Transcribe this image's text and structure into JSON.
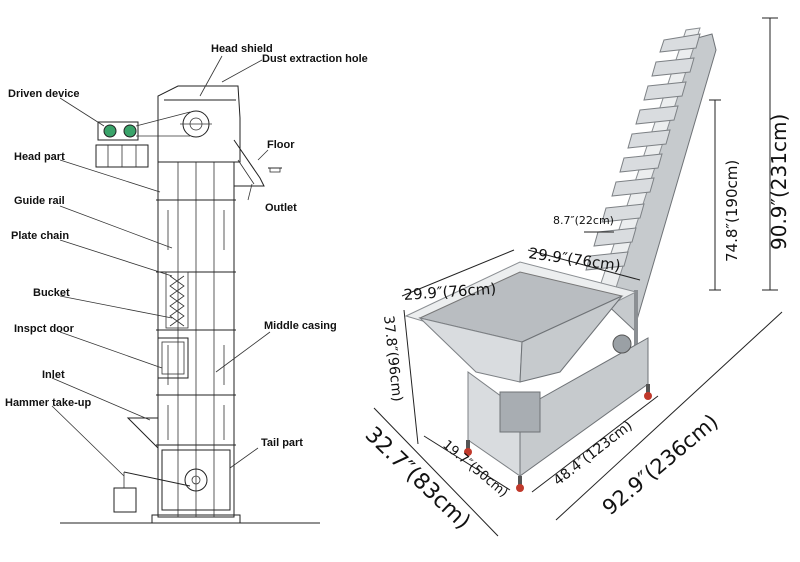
{
  "left_labels": {
    "head_shield": "Head shield",
    "dust_hole": "Dust extraction hole",
    "driven_device": "Driven device",
    "floor": "Floor",
    "head_part": "Head part",
    "outlet": "Outlet",
    "guide_rail": "Guide rail",
    "plate_chain": "Plate chain",
    "bucket": "Bucket",
    "middle_casing": "Middle casing",
    "inspect_door": "Inspct door",
    "inlet": "Inlet",
    "hammer_takeup": "Hammer take-up",
    "tail_part": "Tail part"
  },
  "dimensions": {
    "total_height": "90.9″(231cm)",
    "conveyor_height": "74.8″(190cm)",
    "bucket_width": "8.7″(22cm)",
    "hopper_width_left": "29.9″(76cm)",
    "hopper_width_right": "29.9″(76cm)",
    "hopper_height": "37.8″(96cm)",
    "base_depth": "32.7″(83cm)",
    "frame_width": "19.7″(50cm)",
    "frame_length": "48.4″(123cm)",
    "total_length": "92.9″(236cm)"
  }
}
